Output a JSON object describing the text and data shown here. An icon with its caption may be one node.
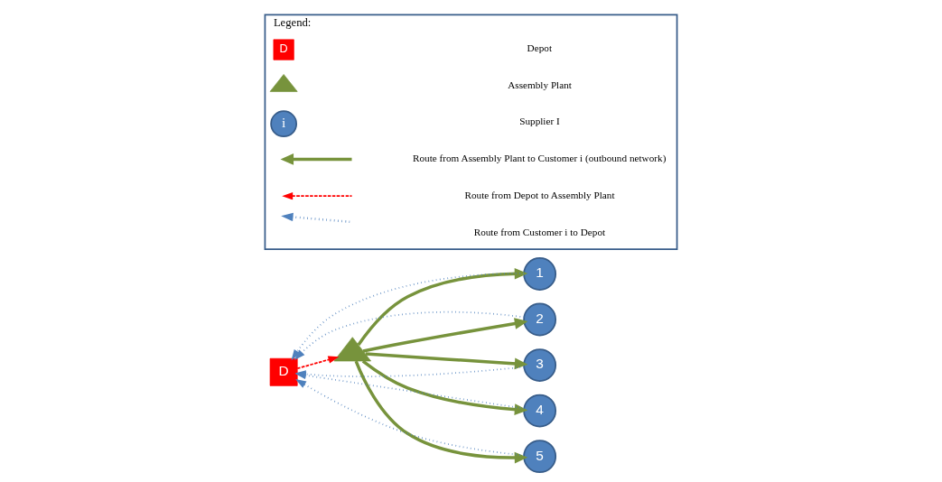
{
  "diagram": {
    "nodes": [
      {
        "text": [
          "D"
        ]
      },
      {
        "text": [],
        "shape": "triangle"
      },
      {
        "text": [
          "1"
        ]
      },
      {
        "text": [
          "2"
        ]
      },
      {
        "text": [
          "3"
        ]
      },
      {
        "text": [
          "4"
        ]
      },
      {
        "text": [
          "5"
        ]
      },
      {
        "text": [
          "Legend:"
        ]
      },
      {
        "text": [
          "D"
        ],
        "in": 7
      },
      {
        "text": [],
        "shape": "triangle",
        "in": 7
      },
      {
        "text": [
          "i"
        ],
        "in": 7
      }
    ],
    "edges": [
      {
        "from": 1,
        "to": 2,
        "arrow": "to",
        "style": "thick",
        "color": "#77933c"
      },
      {
        "from": 1,
        "to": 3,
        "arrow": "to",
        "style": "thick",
        "color": "#77933c"
      },
      {
        "from": 1,
        "to": 4,
        "arrow": "to",
        "style": "thick",
        "color": "#77933c"
      },
      {
        "from": 1,
        "to": 6,
        "arrow": "to",
        "style": "thick",
        "color": "#77933c"
      },
      {
        "from": 1,
        "to": 5,
        "arrow": "to",
        "style": "thick",
        "color": "#77933c"
      },
      {
        "from": 0,
        "to": 1,
        "arrow": "to",
        "style": "dashed",
        "color": "#ff0000"
      },
      {
        "from": 2,
        "to": 0,
        "arrow": "to",
        "style": "dashed",
        "color": "#4f81bd"
      },
      {
        "from": 3,
        "to": 0,
        "arrow": "to",
        "style": "dashed",
        "color": "#4f81bd"
      },
      {
        "from": 4,
        "to": 0,
        "arrow": "to",
        "style": "dashed",
        "color": "#4f81bd"
      },
      {
        "from": 6,
        "to": 0,
        "arrow": "to",
        "style": "dashed",
        "color": "#4f81bd"
      },
      {
        "from": 5,
        "to": 0,
        "arrow": "to",
        "style": "dashed",
        "color": "#4f81bd"
      }
    ],
    "legend": [
      {
        "text": "Depot"
      },
      {
        "text": "Assembly Plant"
      },
      {
        "text": "Supplier I"
      },
      {
        "text": "Route from Assembly Plant to Customer i (outbound network)"
      },
      {
        "text": "Route from Depot to Assembly Plant"
      },
      {
        "text": "Route from Customer i to Depot"
      }
    ]
  }
}
